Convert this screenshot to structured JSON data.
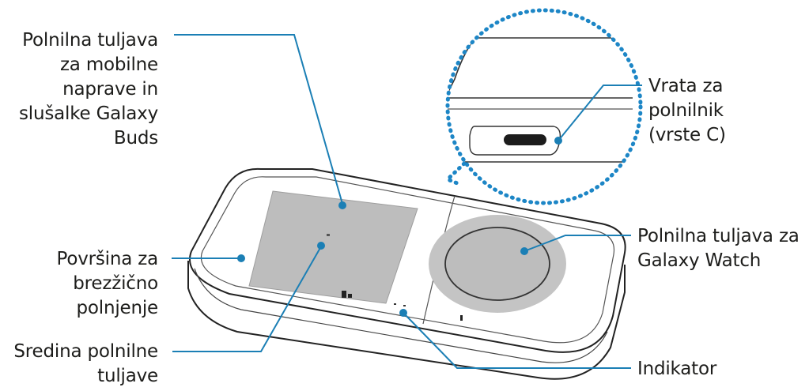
{
  "labels": {
    "coil_mobile": "Polnilna tuljava\nza mobilne\nnaprave in\nslušalke Galaxy\nBuds",
    "wireless_surface": "Površina za\nbrezžično\npolnjenje",
    "coil_center": "Sredina polnilne\ntuljave",
    "charger_port": "Vrata za\npolnilnik\n(vrste C)",
    "watch_coil": "Polnilna tuljava za\nGalaxy Watch",
    "indicator": "Indikator"
  },
  "colors": {
    "callout_line": "#1b7fb5",
    "zoom_border": "#1d86c6",
    "pad_fill": "#bdbdbd",
    "device_outline": "#222222",
    "text": "#1d1d1b"
  },
  "icons": {
    "phone_buds_mark": "phone-buds-icon",
    "watch_mark": "watch-icon"
  }
}
